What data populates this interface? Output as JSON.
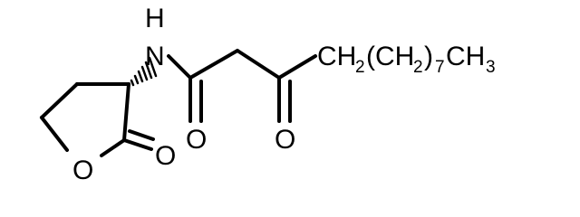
{
  "molecule": {
    "atoms": {
      "nh_n": "N",
      "nh_h": "H",
      "amide_o": "O",
      "keto_o": "O",
      "ring_o": "O",
      "lactone_o": "O",
      "ch2_1": "CH",
      "ch2_1_sub": "2",
      "chain_open": "(CH",
      "chain_sub": "2",
      "chain_close": ")",
      "repeat_sub": "7",
      "terminal": "CH",
      "terminal_sub": "3"
    },
    "colors": {
      "ink": "#000000",
      "background": "#ffffff"
    }
  }
}
